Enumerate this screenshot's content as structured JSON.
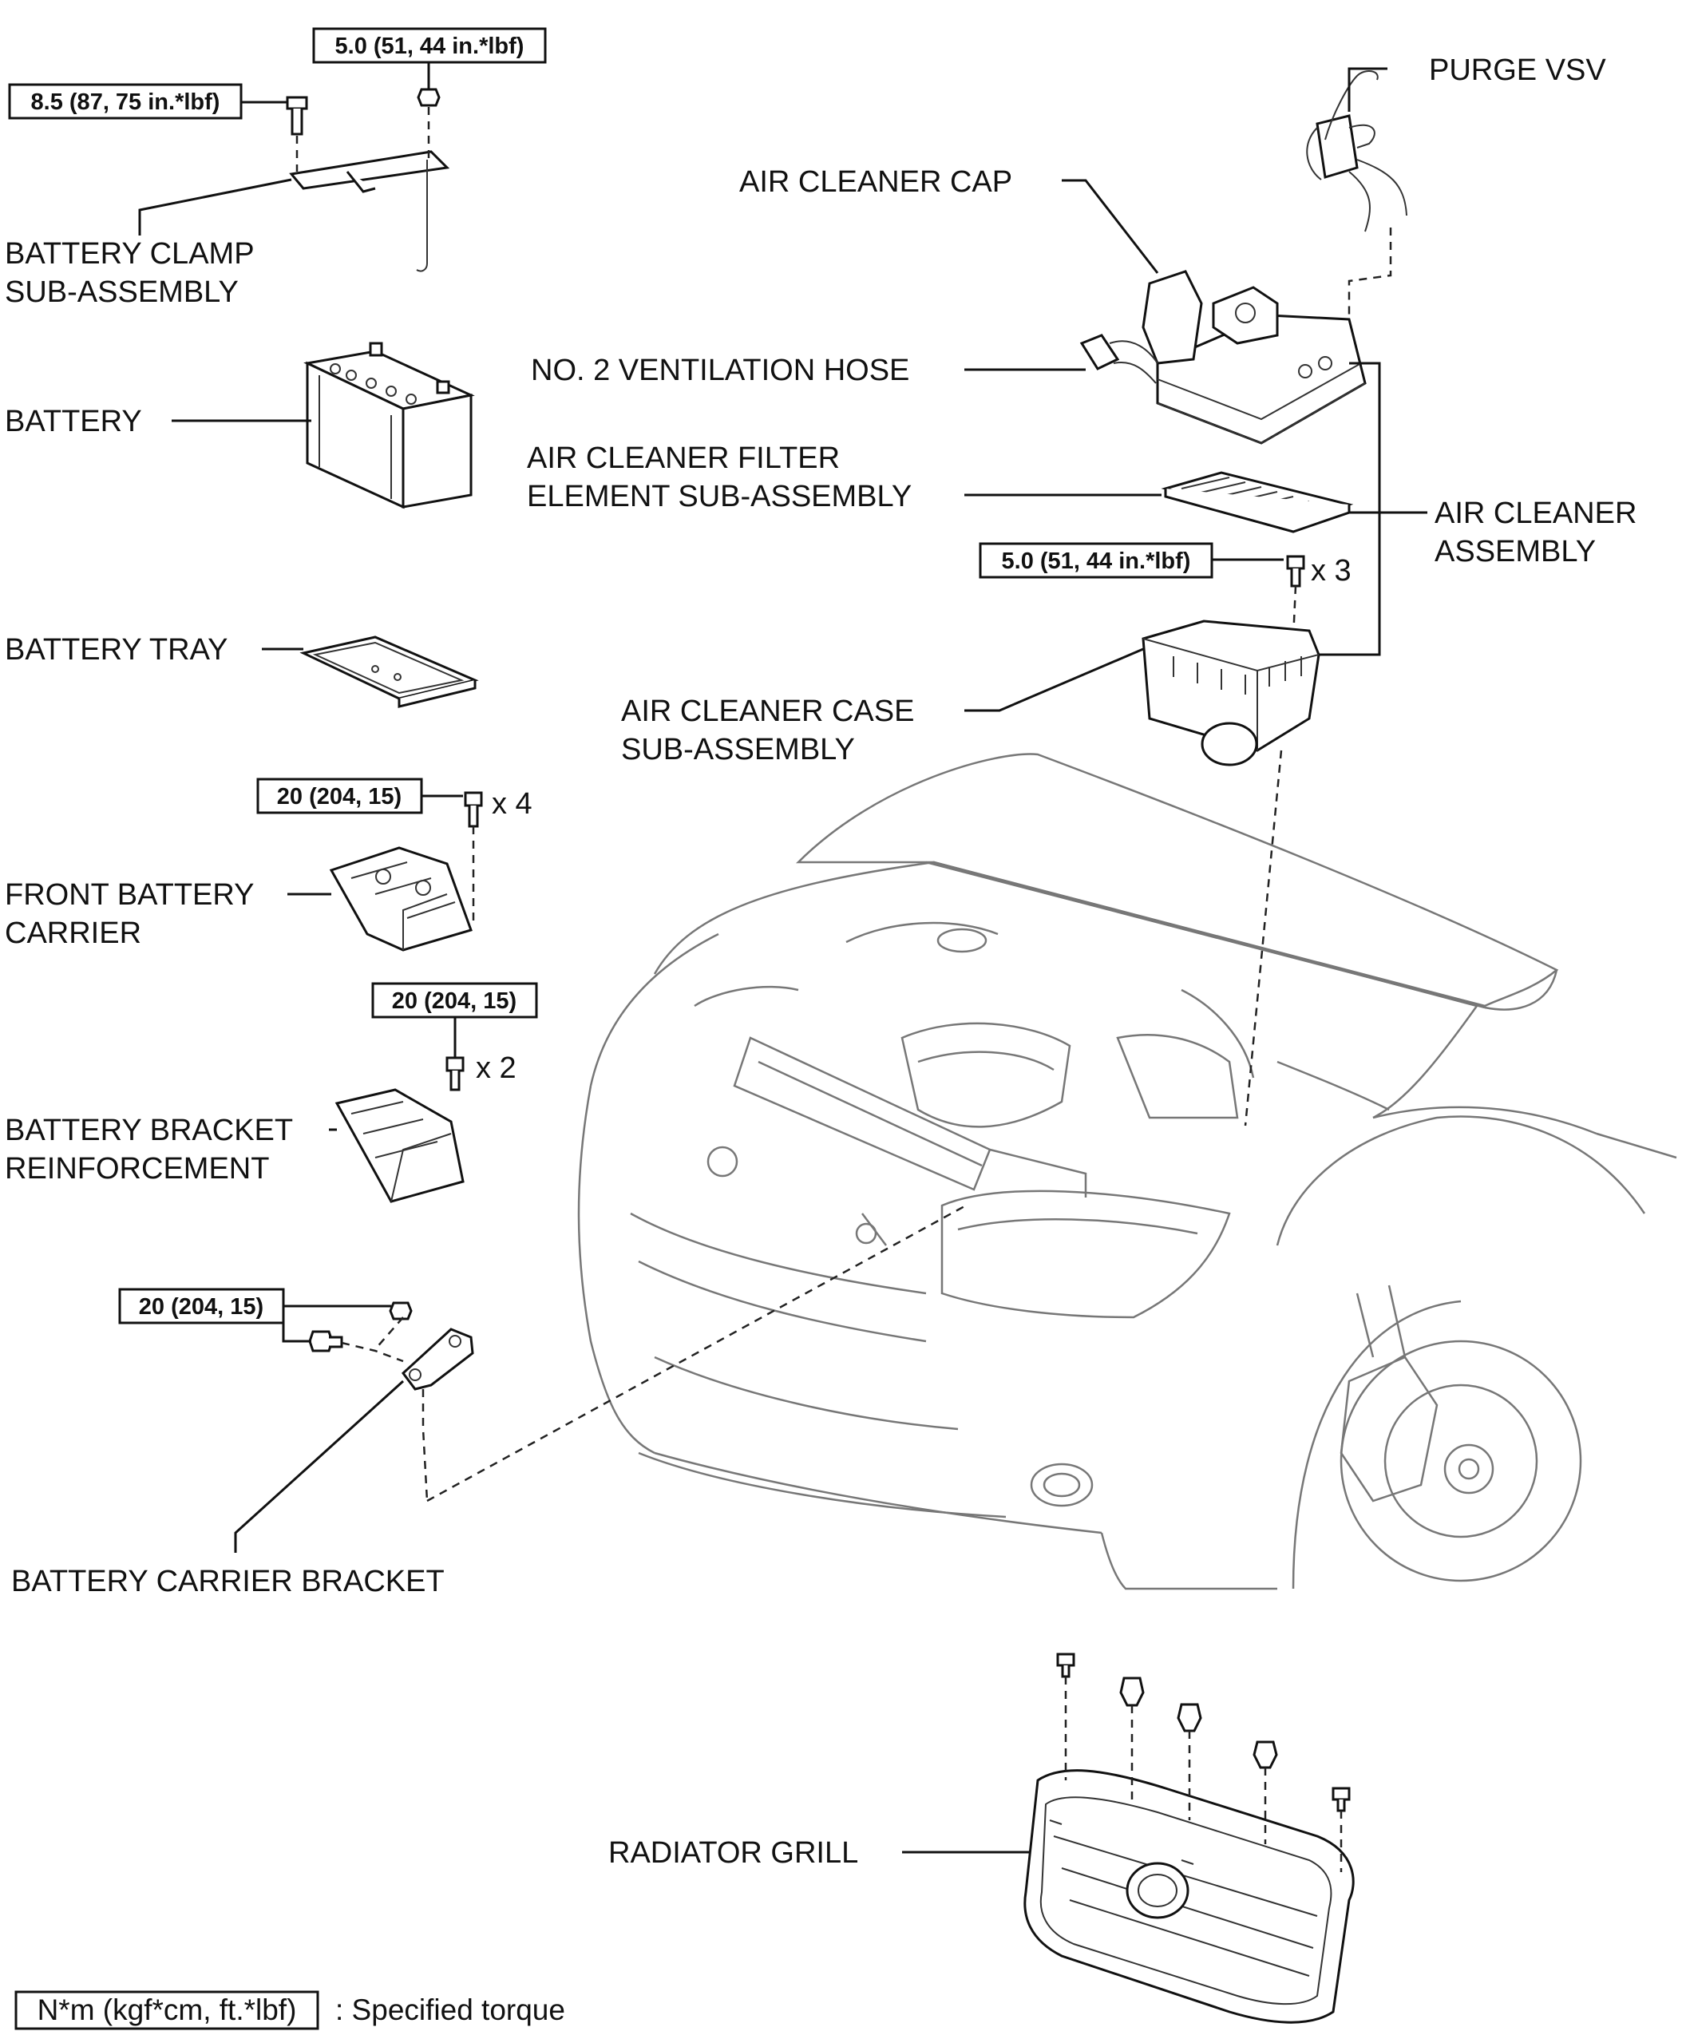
{
  "labels": {
    "purge_vsv": "PURGE VSV",
    "air_cleaner_cap": "AIR CLEANER CAP",
    "battery_clamp_1": "BATTERY CLAMP",
    "battery_clamp_2": "SUB-ASSEMBLY",
    "no2_ventilation_hose": "NO. 2 VENTILATION HOSE",
    "battery": "BATTERY",
    "filter_element_1": "AIR CLEANER FILTER",
    "filter_element_2": "ELEMENT SUB-ASSEMBLY",
    "air_cleaner_assembly_1": "AIR CLEANER",
    "air_cleaner_assembly_2": "ASSEMBLY",
    "battery_tray": "BATTERY TRAY",
    "case_1": "AIR CLEANER CASE",
    "case_2": "SUB-ASSEMBLY",
    "front_battery_carrier_1": "FRONT BATTERY",
    "front_battery_carrier_2": "CARRIER",
    "reinforcement_1": "BATTERY BRACKET",
    "reinforcement_2": "REINFORCEMENT",
    "battery_carrier_bracket": "BATTERY CARRIER BRACKET",
    "radiator_grill": "RADIATOR GRILL"
  },
  "torques": {
    "clamp_nut": "5.0 (51, 44 in.*lbf)",
    "clamp_bolt": "8.5 (87, 75 in.*lbf)",
    "air_cleaner_bolts": "5.0 (51, 44 in.*lbf)",
    "front_carrier_bolts": "20 (204, 15)",
    "reinforcement_bolts": "20 (204, 15)",
    "carrier_bracket_bolts": "20 (204, 15)"
  },
  "quantities": {
    "air_cleaner_bolts": "x 3",
    "front_carrier_bolts": "x 4",
    "reinforcement_bolts": "x 2"
  },
  "legend": {
    "unit_box": "N*m (kgf*cm, ft.*lbf)",
    "description": ": Specified torque"
  }
}
